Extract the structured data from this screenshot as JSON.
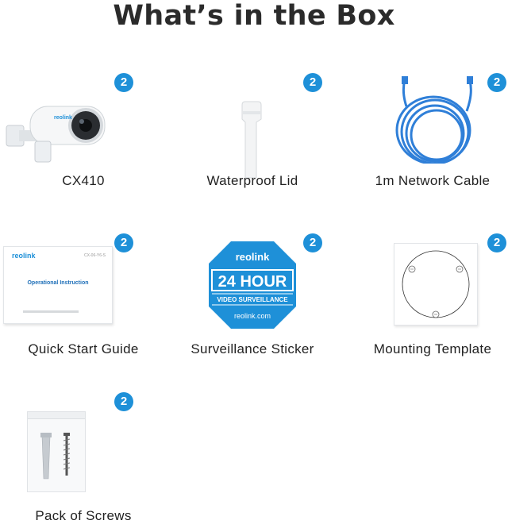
{
  "title": "What’s in the Box",
  "accent": "#1e90d8",
  "items": [
    {
      "label": "CX410",
      "quantity": "2",
      "icon": "bullet-camera"
    },
    {
      "label": "Waterproof Lid",
      "quantity": "2",
      "icon": "waterproof-lid"
    },
    {
      "label": "1m Network Cable",
      "quantity": "2",
      "icon": "network-cable"
    },
    {
      "label": "Quick Start Guide",
      "quantity": "2",
      "icon": "guide-booklet",
      "doc": {
        "brand": "reolink",
        "model": "CX-06-Y6-S",
        "heading": "Operational Instruction"
      }
    },
    {
      "label": "Surveillance Sticker",
      "quantity": "2",
      "icon": "surveillance-sticker",
      "sticker": {
        "brand": "reolink",
        "big": "24 HOUR",
        "sub": "VIDEO SURVEILLANCE",
        "url": "reolink.com"
      }
    },
    {
      "label": "Mounting Template",
      "quantity": "2",
      "icon": "mounting-template"
    },
    {
      "label": "Pack of Screws",
      "quantity": "2",
      "icon": "screws-pack"
    }
  ]
}
